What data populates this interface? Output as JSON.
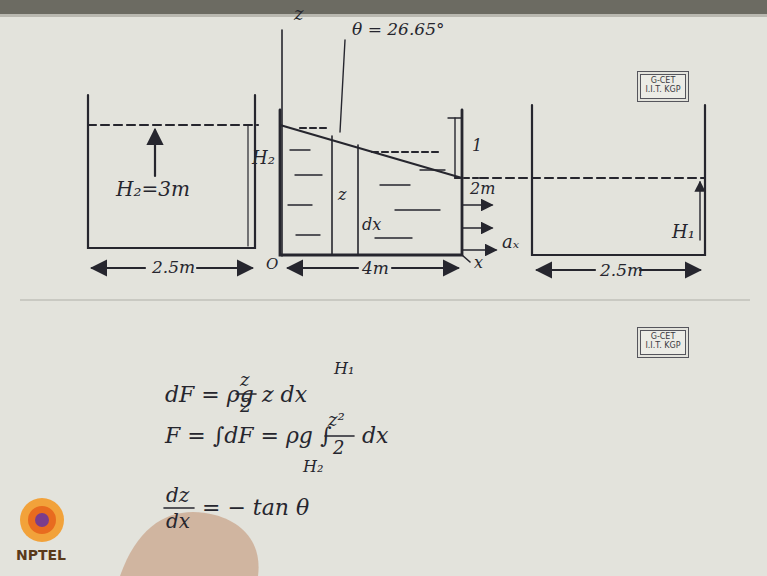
{
  "diagram": {
    "nodes": [
      {
        "text": [
          "G-CET",
          "I.I.T. KGP"
        ]
      },
      {
        "text": [
          "G-CET",
          "I.I.T. KGP"
        ]
      }
    ],
    "labels": [
      "H₂=3m",
      "2.5m",
      "z",
      "θ = 26.65°",
      "H₂",
      "1",
      "2m",
      "z",
      "dx",
      "aₓ",
      "O",
      "4m",
      "x",
      "H₁",
      "2.5m",
      "dF = ρg",
      "z",
      "2",
      "z dx",
      "H₁",
      "F = ∫dF = ρg ∫",
      "z²",
      "2",
      "dx",
      "H₂",
      "dz",
      "dx",
      "= − tan θ",
      "NPTEL"
    ]
  }
}
